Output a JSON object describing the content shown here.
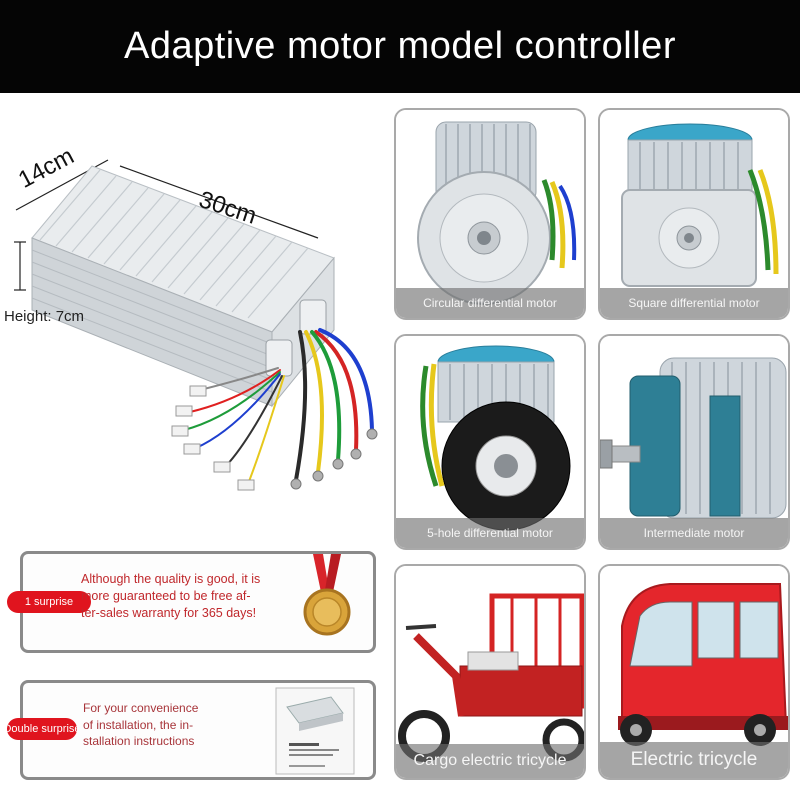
{
  "header": {
    "title": "Adaptive motor model controller"
  },
  "controller": {
    "width_label": "14cm",
    "length_label": "30cm",
    "height_label": "Height: 7cm"
  },
  "motors": [
    {
      "caption": "Circular differential motor"
    },
    {
      "caption": "Square differential motor"
    },
    {
      "caption": "5-hole differential motor"
    },
    {
      "caption": "Intermediate motor"
    }
  ],
  "vehicles": [
    {
      "caption": "Cargo electric tricycle"
    },
    {
      "caption": "Electric tricycle"
    }
  ],
  "surprise1": {
    "badge": "1 surprise",
    "text_lines": [
      "Although the quality is good, it is",
      "more guaranteed to be free af-",
      "ter-sales warranty for 365 days!"
    ]
  },
  "surprise2": {
    "badge": "Double surprise",
    "text_lines": [
      "For your convenience",
      "of installation, the in-",
      "stallation instructions"
    ]
  },
  "colors": {
    "header_bg": "#050505",
    "badge_red": "#e0141e",
    "text_red": "#c0282c",
    "card_border": "#a9a9a9"
  }
}
